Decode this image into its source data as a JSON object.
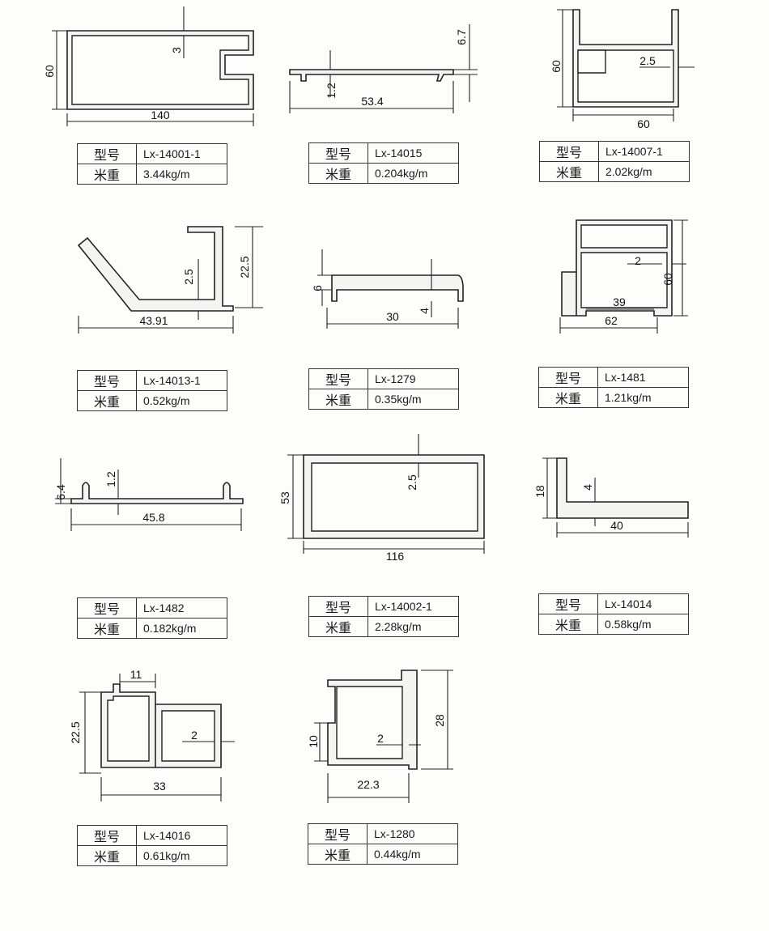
{
  "labels": {
    "model": "型号",
    "weight": "米重"
  },
  "items": [
    {
      "model": "Lx-14001-1",
      "weight": "3.44kg/m",
      "dims": [
        "60",
        "3",
        "140"
      ]
    },
    {
      "model": "Lx-14015",
      "weight": "0.204kg/m",
      "dims": [
        "6.7",
        "1.2",
        "53.4"
      ]
    },
    {
      "model": "Lx-14007-1",
      "weight": "2.02kg/m",
      "dims": [
        "60",
        "2.5",
        "60"
      ]
    },
    {
      "model": "Lx-14013-1",
      "weight": "0.52kg/m",
      "dims": [
        "2.5",
        "22.5",
        "43.91"
      ]
    },
    {
      "model": "Lx-1279",
      "weight": "0.35kg/m",
      "dims": [
        "6",
        "4",
        "30"
      ]
    },
    {
      "model": "Lx-1481",
      "weight": "1.21kg/m",
      "dims": [
        "2",
        "60",
        "39",
        "62"
      ]
    },
    {
      "model": "Lx-1482",
      "weight": "0.182kg/m",
      "dims": [
        "6.4",
        "1.2",
        "45.8"
      ]
    },
    {
      "model": "Lx-14002-1",
      "weight": "2.28kg/m",
      "dims": [
        "53",
        "2.5",
        "116"
      ]
    },
    {
      "model": "Lx-14014",
      "weight": "0.58kg/m",
      "dims": [
        "18",
        "4",
        "40"
      ]
    },
    {
      "model": "Lx-14016",
      "weight": "0.61kg/m",
      "dims": [
        "11",
        "22.5",
        "2",
        "33"
      ]
    },
    {
      "model": "Lx-1280",
      "weight": "0.44kg/m",
      "dims": [
        "10",
        "2",
        "28",
        "22.3"
      ]
    }
  ]
}
